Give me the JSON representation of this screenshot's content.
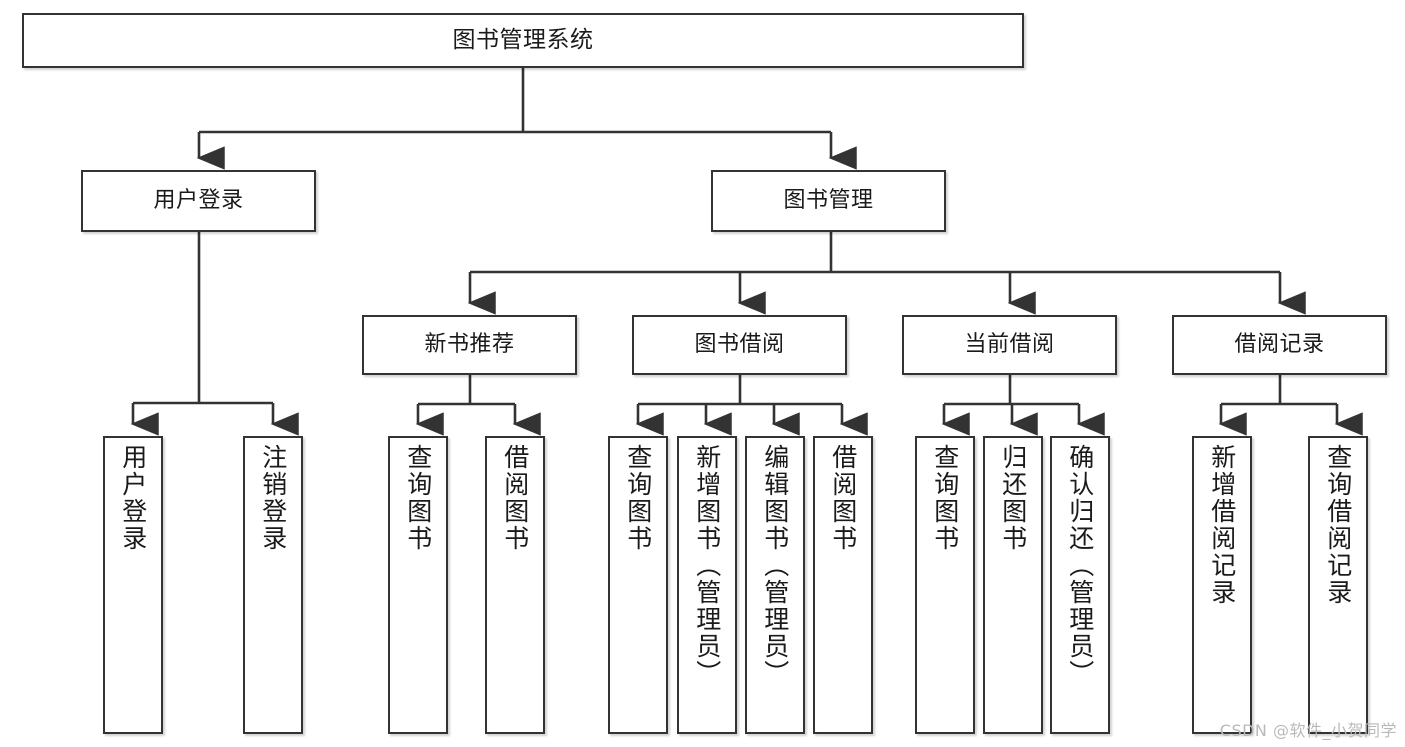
{
  "diagram": {
    "title": "图书管理系统",
    "type": "tree-hierarchy-chart",
    "watermark": "CSDN @软件_小贺同学",
    "colors": {
      "box_border": "#333333",
      "box_fill": "#ffffff",
      "edge": "#333333",
      "text": "#1a1a1a",
      "watermark": "#b9b9b9"
    }
  },
  "nodes": {
    "root": {
      "label": "图书管理系统"
    },
    "level2": [
      {
        "id": "user-login",
        "label": "用户登录"
      },
      {
        "id": "book-management",
        "label": "图书管理"
      }
    ],
    "level3": [
      {
        "id": "new-book-recommend",
        "label": "新书推荐"
      },
      {
        "id": "book-borrow",
        "label": "图书借阅"
      },
      {
        "id": "current-borrow",
        "label": "当前借阅"
      },
      {
        "id": "borrow-record",
        "label": "借阅记录"
      }
    ],
    "leaves": {
      "user_login": [
        {
          "id": "leaf-user-login",
          "label": "用户登录"
        },
        {
          "id": "leaf-logout-login",
          "label": "注销登录"
        }
      ],
      "new_book_recommend": [
        {
          "id": "leaf-query-book-1",
          "label": "查询图书"
        },
        {
          "id": "leaf-borrow-book-1",
          "label": "借阅图书"
        }
      ],
      "book_borrow": [
        {
          "id": "leaf-query-book-2",
          "label": "查询图书"
        },
        {
          "id": "leaf-add-book",
          "label": "新增图书（管理员）"
        },
        {
          "id": "leaf-edit-book",
          "label": "编辑图书（管理员）"
        },
        {
          "id": "leaf-borrow-book-2",
          "label": "借阅图书"
        }
      ],
      "current_borrow": [
        {
          "id": "leaf-query-book-3",
          "label": "查询图书"
        },
        {
          "id": "leaf-return-book",
          "label": "归还图书"
        },
        {
          "id": "leaf-confirm-return",
          "label": "确认归还（管理员）"
        }
      ],
      "borrow_record": [
        {
          "id": "leaf-add-record",
          "label": "新增借阅记录"
        },
        {
          "id": "leaf-query-record",
          "label": "查询借阅记录"
        }
      ]
    }
  }
}
